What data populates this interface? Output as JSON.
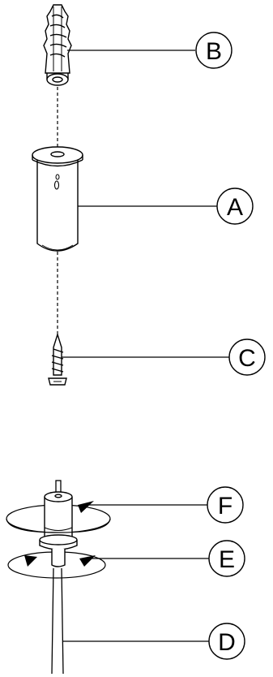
{
  "labels": {
    "a": "A",
    "b": "B",
    "c": "C",
    "d": "D",
    "e": "E",
    "f": "F"
  },
  "colors": {
    "stroke": "#000000",
    "background": "#ffffff"
  }
}
